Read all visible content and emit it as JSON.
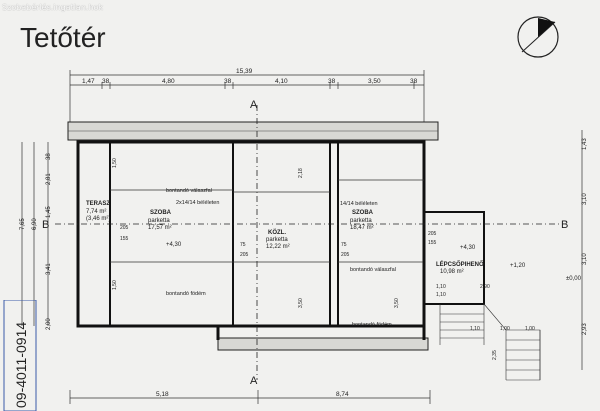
{
  "watermark": "Szobabérlés.ingatlan.hok",
  "title": "Tetőtér",
  "top_dims_1": [
    "1,47",
    "38",
    "4,80",
    "38",
    "4,10",
    "38",
    "3,50",
    "38"
  ],
  "top_dims_total": "15,39",
  "bottom_dims": [
    "5,18",
    "8,74"
  ],
  "left_dims": [
    "38",
    "2,81",
    "1,45",
    "3,41",
    "2,00",
    "6,90",
    "7,65"
  ],
  "right_dims": [
    "1,43",
    "3,10",
    "3,10",
    "2,93"
  ],
  "section_labels": {
    "a": "A",
    "b": "B"
  },
  "rooms": {
    "terasz": {
      "name": "TERASZ",
      "area": "7,74 m²",
      "area2": "(3,46 m²)"
    },
    "szoba1": {
      "name": "SZOBA",
      "floor": "parketta",
      "area": "17,57 m²"
    },
    "kozl": {
      "name": "KÖZL.",
      "floor": "parketta",
      "area": "12,22 m²"
    },
    "szoba2": {
      "name": "SZOBA",
      "floor": "parketta",
      "area": "18,47 m²"
    },
    "lepcso": {
      "name": "LÉPCSŐPIHENŐ",
      "area": "10,98 m²"
    }
  },
  "notes": {
    "bontando_valaszfal": "bontandó válaszfal",
    "beleleten": "2x14/14 béléleten",
    "beleleten2": "14/14 béléleten",
    "bontando_fodem": "bontandó födém",
    "bontando_fodem2": "bontandó födém"
  },
  "levels": {
    "l1": "+4,30",
    "l2": "+4,30",
    "l3": "+1,20",
    "l4": "±0,00"
  },
  "door_dims": [
    "205",
    "155",
    "75",
    "205",
    "75",
    "205",
    "155",
    "205"
  ],
  "inner_dims": [
    "1,50",
    "2,18",
    "1,50",
    "3,50",
    "3,50",
    "1,10",
    "2,90",
    "1,10",
    "1,00",
    "2,35",
    "1,10",
    "1,00"
  ],
  "stamp_text": "09-4011-0914"
}
